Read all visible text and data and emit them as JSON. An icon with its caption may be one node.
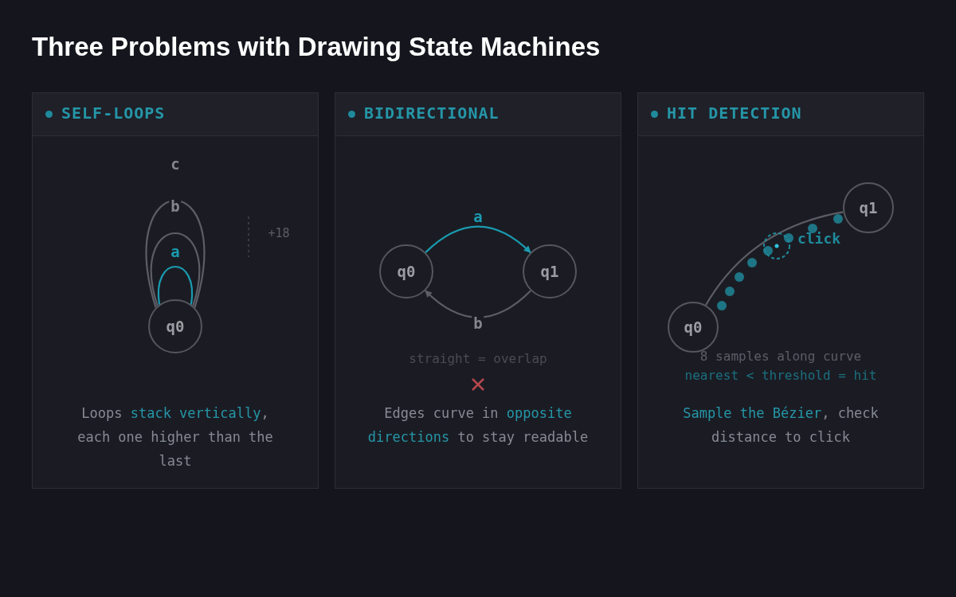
{
  "diagram": {
    "title": "Three Problems with Drawing State Machines",
    "nodes": [
      {
        "text": [
          "SELF-LOOPS",
          "Loops **stack vertically**, each one higher than the last"
        ]
      },
      {
        "text": [
          "q0"
        ],
        "in": 0
      },
      {
        "text": [
          "BIDIRECTIONAL",
          "Edges curve in **opposite directions** to stay readable"
        ]
      },
      {
        "text": [
          "q0"
        ],
        "in": 2
      },
      {
        "text": [
          "q1"
        ],
        "in": 2
      },
      {
        "text": [
          "HIT DETECTION",
          "**Sample the Bézier**, check distance to click"
        ]
      },
      {
        "text": [
          "q0"
        ],
        "in": 5
      },
      {
        "text": [
          "q1"
        ],
        "in": 5
      }
    ],
    "edges": [
      {
        "from": 1,
        "to": 1,
        "arrow": "none",
        "label": "a",
        "color": "#1a9bb0"
      },
      {
        "from": 1,
        "to": 1,
        "arrow": "none",
        "label": "b"
      },
      {
        "from": 1,
        "to": 1,
        "arrow": "none",
        "label": "c"
      },
      {
        "from": 3,
        "to": 4,
        "arrow": "to",
        "label": "a",
        "color": "#1a9bb0"
      },
      {
        "from": 4,
        "to": 3,
        "arrow": "to",
        "label": "b"
      },
      {
        "from": 6,
        "to": 7,
        "arrow": "none"
      }
    ],
    "labels": [
      "+18",
      "straight = overlap",
      "click",
      "8 samples along curve",
      "nearest < threshold = hit"
    ]
  }
}
